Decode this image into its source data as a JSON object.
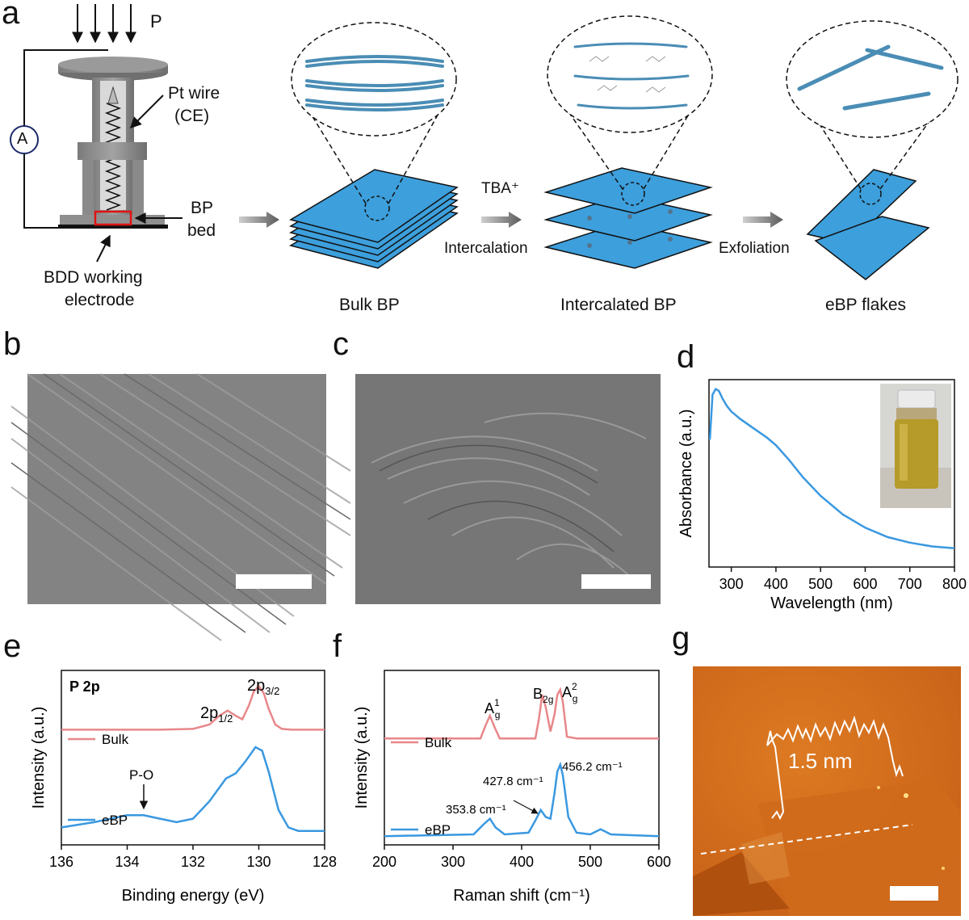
{
  "panels": {
    "a": "a",
    "b": "b",
    "c": "c",
    "d": "d",
    "e": "e",
    "f": "f",
    "g": "g"
  },
  "panel_a": {
    "pressure": "P",
    "ammeter": "A",
    "pt_wire_1": "Pt wire",
    "pt_wire_2": "(CE)",
    "bp_bed_1": "BP",
    "bp_bed_2": "bed",
    "bdd_1": "BDD working",
    "bdd_2": "electrode",
    "step1": "TBA⁺",
    "step1b": "Intercalation",
    "step2": "Exfoliation",
    "label_bulk": "Bulk BP",
    "label_inter": "Intercalated BP",
    "label_ebp": "eBP flakes"
  },
  "colors": {
    "flake": "#3d9fdc",
    "bulk_line": "#e8878a",
    "ebp_line": "#3a98e0",
    "afm_bg": "#d5701f"
  },
  "chart_data": [
    {
      "panel": "d",
      "type": "line",
      "xlabel": "Wavelength (nm)",
      "ylabel": "Absorbance (a.u.)",
      "xlim": [
        250,
        800
      ],
      "xticks": [
        300,
        400,
        500,
        600,
        700,
        800
      ],
      "series": [
        {
          "x": [
            252,
            258,
            265,
            272,
            280,
            290,
            300,
            320,
            350,
            380,
            400,
            430,
            460,
            500,
            550,
            600,
            650,
            700,
            750,
            800
          ],
          "y": [
            0.68,
            0.92,
            0.95,
            0.94,
            0.9,
            0.86,
            0.83,
            0.79,
            0.74,
            0.69,
            0.65,
            0.57,
            0.48,
            0.38,
            0.28,
            0.21,
            0.16,
            0.13,
            0.11,
            0.1
          ]
        }
      ]
    },
    {
      "panel": "e",
      "type": "line",
      "title": "P 2p",
      "xlabel": "Binding energy (eV)",
      "ylabel": "Intensity (a.u.)",
      "xlim": [
        136,
        128
      ],
      "xticks": [
        136,
        134,
        132,
        130,
        128
      ],
      "peak_labels": {
        "p12": "2p",
        "p12_sub": "1/2",
        "p32": "2p",
        "p32_sub": "3/2",
        "po": "P-O"
      },
      "series": [
        {
          "name": "Bulk",
          "x": [
            136,
            133,
            132,
            131.5,
            131.2,
            130.95,
            130.7,
            130.5,
            130.3,
            130.15,
            130.0,
            129.85,
            129.7,
            129.5,
            129.3,
            129,
            128
          ],
          "y": [
            0.66,
            0.66,
            0.665,
            0.69,
            0.74,
            0.77,
            0.74,
            0.72,
            0.8,
            0.88,
            0.91,
            0.87,
            0.78,
            0.69,
            0.665,
            0.66,
            0.66
          ]
        },
        {
          "name": "eBP",
          "x": [
            136,
            135,
            134,
            133.5,
            133,
            132.5,
            132,
            131.5,
            131,
            130.7,
            130.4,
            130.1,
            129.9,
            129.7,
            129.4,
            129.1,
            128.8,
            128
          ],
          "y": [
            0.1,
            0.13,
            0.17,
            0.17,
            0.15,
            0.13,
            0.15,
            0.25,
            0.38,
            0.41,
            0.48,
            0.56,
            0.54,
            0.42,
            0.2,
            0.1,
            0.08,
            0.08
          ]
        }
      ]
    },
    {
      "panel": "f",
      "type": "line",
      "xlabel": "Raman shift (cm⁻¹)",
      "ylabel": "Intensity (a.u.)",
      "xlim": [
        200,
        600
      ],
      "xticks": [
        200,
        300,
        400,
        500,
        600
      ],
      "peak_labels": {
        "a1": "A",
        "a1_sup": "1",
        "a1_sub": "g",
        "b2g": "B",
        "b2g_sub": "2g",
        "a2": "A",
        "a2_sup": "2",
        "a2_sub": "g",
        "v1": "353.8 cm⁻¹",
        "v2": "427.8 cm⁻¹",
        "v3": "456.2 cm⁻¹"
      },
      "series": [
        {
          "name": "Bulk",
          "x": [
            200,
            340,
            348,
            353.8,
            360,
            368,
            420,
            425,
            430,
            435,
            442,
            448,
            452,
            456.2,
            460,
            466,
            480,
            600
          ],
          "y": [
            0.61,
            0.61,
            0.69,
            0.74,
            0.68,
            0.61,
            0.61,
            0.72,
            0.86,
            0.79,
            0.65,
            0.75,
            0.86,
            0.89,
            0.82,
            0.62,
            0.61,
            0.61
          ]
        },
        {
          "name": "eBP",
          "x": [
            200,
            330,
            345,
            353.8,
            362,
            375,
            410,
            420,
            427.8,
            435,
            442,
            448,
            452,
            456.2,
            460,
            468,
            480,
            500,
            515,
            530,
            600
          ],
          "y": [
            0.05,
            0.06,
            0.12,
            0.15,
            0.1,
            0.06,
            0.07,
            0.14,
            0.2,
            0.16,
            0.15,
            0.3,
            0.42,
            0.46,
            0.4,
            0.16,
            0.07,
            0.06,
            0.09,
            0.06,
            0.05
          ]
        }
      ]
    }
  ],
  "panel_g": {
    "height_label": "1.5 nm"
  }
}
